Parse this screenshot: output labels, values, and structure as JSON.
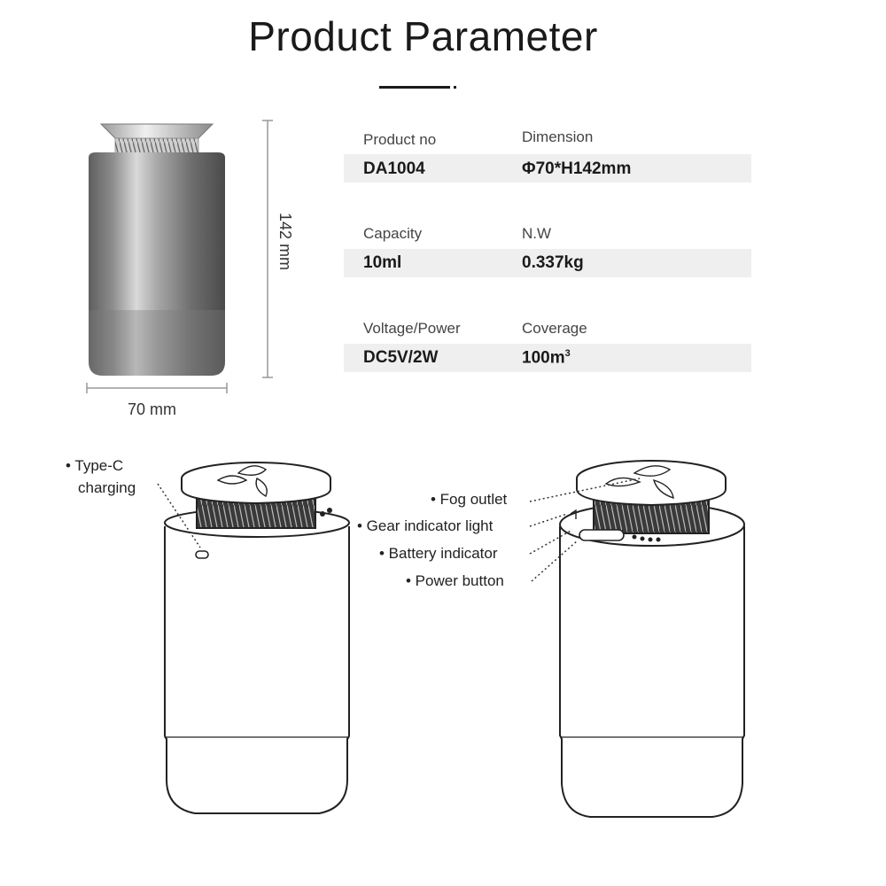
{
  "title": "Product Parameter",
  "specs": [
    {
      "label": "Product no",
      "value": "DA1004"
    },
    {
      "label": "Dimension",
      "value": "Φ70*H142mm"
    },
    {
      "label": "Capacity",
      "value": "10ml"
    },
    {
      "label": "N.W",
      "value": "0.337kg"
    },
    {
      "label": "Voltage/Power",
      "value": "DC5V/2W"
    },
    {
      "label": "Coverage",
      "value": "100m",
      "value_sup": "3"
    }
  ],
  "dimensions": {
    "height": "142 mm",
    "width": "70 mm"
  },
  "callouts": {
    "type_c_line1": "• Type-C",
    "type_c_line2": "charging",
    "fog_outlet": "• Fog outlet",
    "gear_indicator": "• Gear indicator light",
    "battery_indicator": "• Battery indicator",
    "power_button": "• Power button"
  }
}
